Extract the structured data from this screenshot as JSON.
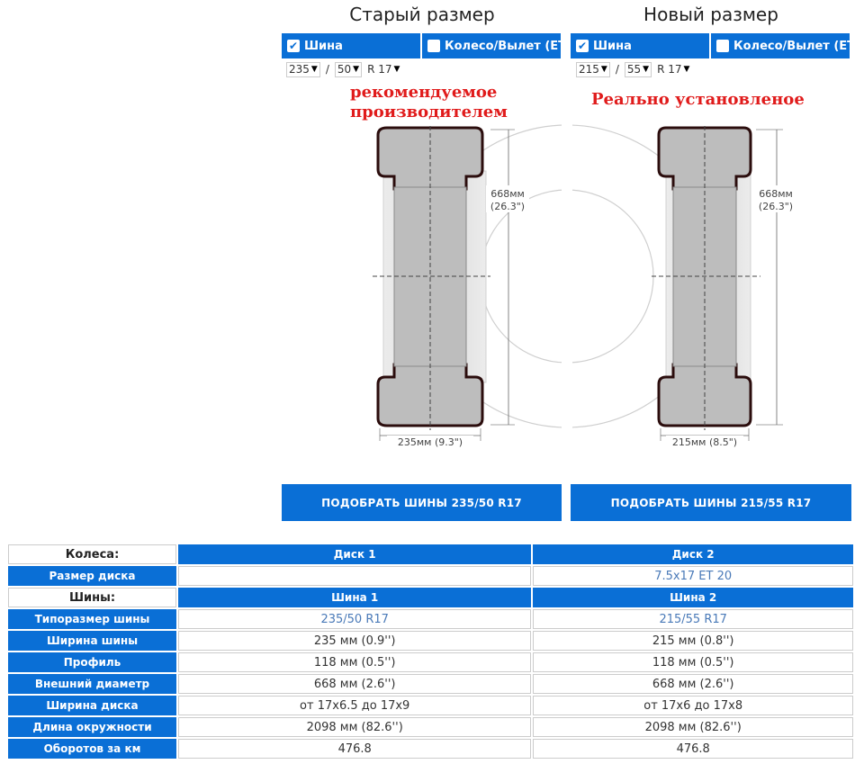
{
  "old": {
    "title": "Старый размер",
    "tab_tire": "Шина",
    "tab_wheel": "Колесо/Вылет (ET)",
    "width": "235",
    "profile": "50",
    "rim": "R 17",
    "note_line1": "рекомендуемое",
    "note_line2": "производителем",
    "diameter_mm": "668мм",
    "diameter_in": "(26.3\")",
    "width_label": "235мм (9.3\")",
    "button": "ПОДОБРАТЬ ШИНЫ 235/50 R17"
  },
  "new": {
    "title": "Новый размер",
    "tab_tire": "Шина",
    "tab_wheel": "Колесо/Вылет (ET)",
    "width": "215",
    "profile": "55",
    "rim": "R 17",
    "note_line1": "Реально установленое",
    "diameter_mm": "668мм",
    "diameter_in": "(26.3\")",
    "width_label": "215мм (8.5\")",
    "button": "ПОДОБРАТЬ ШИНЫ 215/55 R17"
  },
  "table": {
    "wheels_label": "Колеса:",
    "disk1": "Диск 1",
    "disk2": "Диск 2",
    "disk_size_label": "Размер диска",
    "disk_size_1": "",
    "disk_size_2": "7.5x17 ET 20",
    "tires_label": "Шины:",
    "tire1": "Шина 1",
    "tire2": "Шина 2",
    "rows": [
      {
        "label": "Типоразмер шины",
        "v1": "235/50 R17",
        "v2": "215/55 R17"
      },
      {
        "label": "Ширина шины",
        "v1": "235 мм (0.9'')",
        "v2": "215 мм (0.8'')"
      },
      {
        "label": "Профиль",
        "v1": "118 мм (0.5'')",
        "v2": "118 мм (0.5'')"
      },
      {
        "label": "Внешний диаметр",
        "v1": "668 мм (2.6'')",
        "v2": "668 мм (2.6'')"
      },
      {
        "label": "Ширина диска",
        "v1": "от 17x6.5 до 17x9",
        "v2": "от 17x6 до 17x8"
      },
      {
        "label": "Длина окружности",
        "v1": "2098 мм (82.6'')",
        "v2": "2098 мм (82.6'')"
      },
      {
        "label": "Оборотов за км",
        "v1": "476.8",
        "v2": "476.8"
      }
    ]
  },
  "colors": {
    "accent": "#0a6fd6",
    "note": "#e01b1b",
    "tire_fill": "#bdbdbd",
    "tire_outline": "#6b1a1a"
  }
}
